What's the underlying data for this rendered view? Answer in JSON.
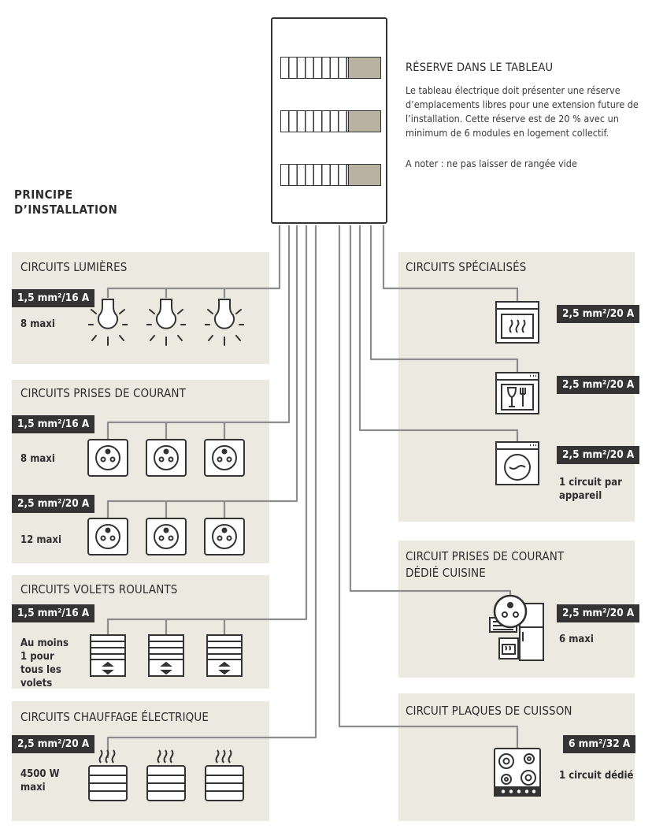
{
  "heading": {
    "line1": "PRINCIPE",
    "line2": "D’INSTALLATION"
  },
  "reserve": {
    "title": "RÉSERVE DANS LE TABLEAU",
    "text": "Le tableau électrique doit présenter une réserve d’emplacements libres pour une extension future de l’installation. Cette réserve est de 20 % avec un minimum de 6 modules en logement collectif.",
    "note": "A noter : ne pas laisser de rangée vide"
  },
  "lumieres": {
    "title": "CIRCUITS LUMIÈRES",
    "badge": "1,5 mm²/16 A",
    "note": "8 maxi"
  },
  "prises": {
    "title": "CIRCUITS PRISES DE COURANT",
    "badge1": "1,5 mm²/16 A",
    "note1": "8 maxi",
    "badge2": "2,5 mm²/20 A",
    "note2": "12 maxi"
  },
  "volets": {
    "title": "CIRCUITS VOLETS ROULANTS",
    "badge": "1,5 mm²/16 A",
    "note": "Au moins 1 pour tous les volets"
  },
  "chauffage": {
    "title": "CIRCUITS CHAUFFAGE ÉLECTRIQUE",
    "badge": "2,5 mm²/20 A",
    "note": "4500 W maxi"
  },
  "specialises": {
    "title": "CIRCUITS SPÉCIALISÉS",
    "badge_four": "2,5 mm²/20 A",
    "badge_lave_vaisselle": "2,5 mm²/20 A",
    "badge_lave_linge": "2,5 mm²/20 A",
    "note": "1 circuit par appareil"
  },
  "cuisine": {
    "title_line1": "CIRCUIT PRISES DE COURANT",
    "title_line2": "DÉDIÉ CUISINE",
    "badge": "2,5 mm²/20 A",
    "note": "6 maxi"
  },
  "plaques": {
    "title": "CIRCUIT PLAQUES DE CUISSON",
    "badge": "6 mm²/32 A",
    "note": "1 circuit dédié"
  },
  "colors": {
    "panel": "#ece9e1",
    "badge": "#343434",
    "wire": "#888888",
    "spare": "#b9b1a1"
  }
}
